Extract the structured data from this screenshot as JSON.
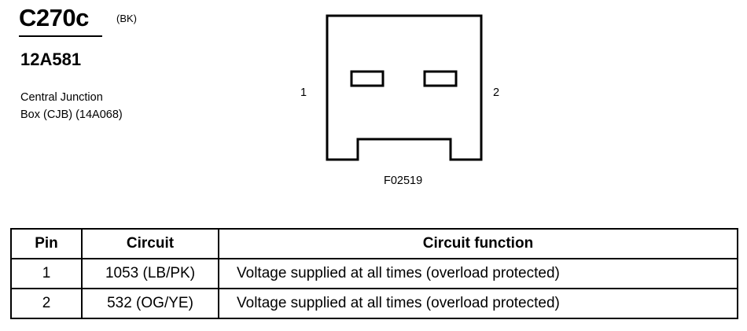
{
  "connector": {
    "id": "C270c",
    "color_code": "(BK)",
    "part_number": "12A581",
    "location_line1": "Central Junction",
    "location_line2": "Box (CJB) (14A068)"
  },
  "diagram": {
    "pin_left_label": "1",
    "pin_right_label": "2",
    "figure_code": "F02519"
  },
  "table": {
    "headers": {
      "pin": "Pin",
      "circuit": "Circuit",
      "function": "Circuit function"
    },
    "rows": [
      {
        "pin": "1",
        "circuit": "1053 (LB/PK)",
        "function": "Voltage supplied at all times (overload protected)"
      },
      {
        "pin": "2",
        "circuit": "532 (OG/YE)",
        "function": "Voltage supplied at all times (overload protected)"
      }
    ]
  }
}
